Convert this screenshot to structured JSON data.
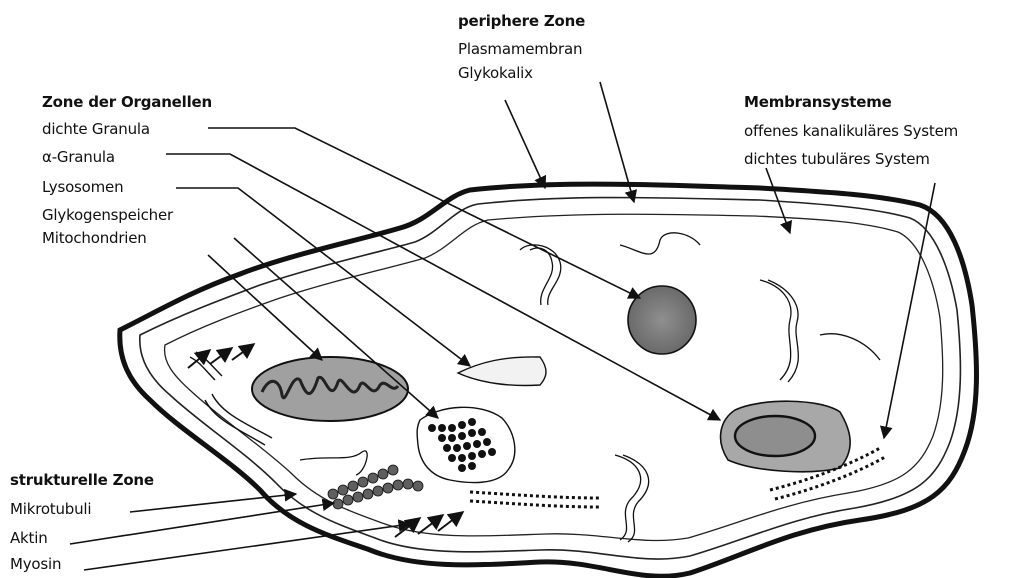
{
  "colors": {
    "ink": "#111111",
    "fill_gray": "#9a9a9a",
    "fill_light": "#d8d8d8",
    "paper": "#ffffff"
  },
  "zones": {
    "peripheral": {
      "title": "periphere Zone",
      "items": [
        "Plasmamembran",
        "Glykokalix"
      ]
    },
    "organelles": {
      "title": "Zone der Organellen",
      "items": [
        "dichte Granula",
        "α-Granula",
        "Lysosomen",
        "Glykogenspeicher",
        "Mitochondrien"
      ]
    },
    "membranes": {
      "title": "Membransysteme",
      "items": [
        "offenes kanalikuläres System",
        "dichtes tubuläres System"
      ]
    },
    "structural": {
      "title": "strukturelle Zone",
      "items": [
        "Mikrotubuli",
        "Aktin",
        "Myosin"
      ]
    }
  }
}
